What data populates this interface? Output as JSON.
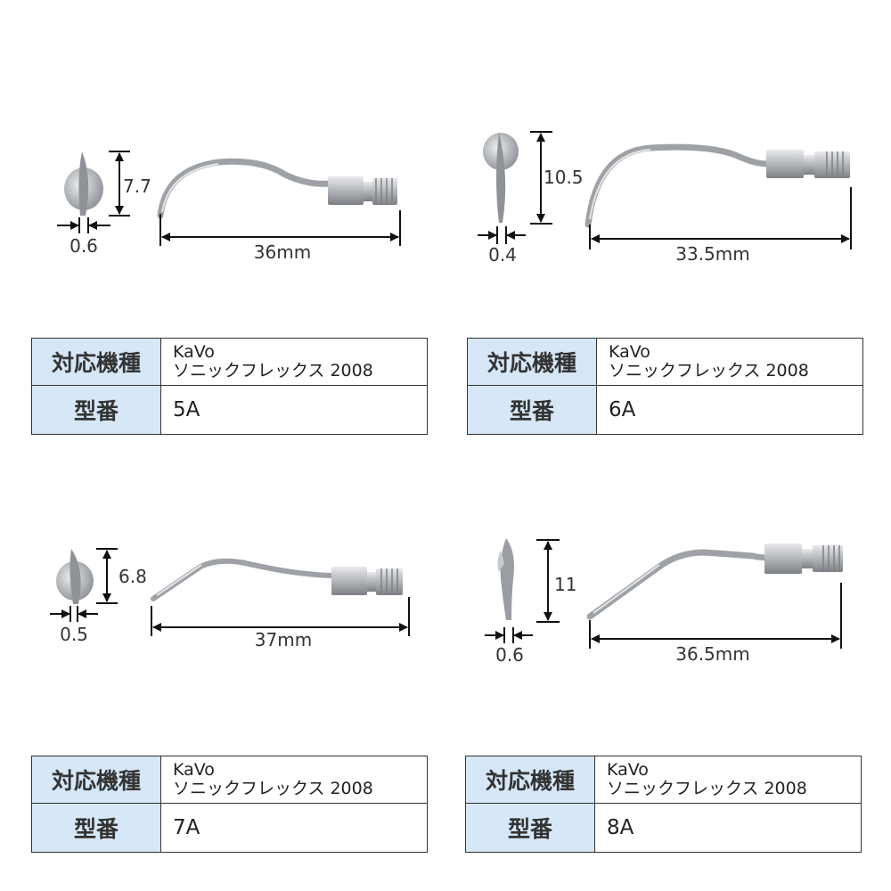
{
  "labels": {
    "compat": "対応機種",
    "model": "型番"
  },
  "items": [
    {
      "maker": "KaVo",
      "series": "ソニックフレックス 2008",
      "model": "5A",
      "height": "7.7",
      "width": "0.6",
      "length": "36mm"
    },
    {
      "maker": "KaVo",
      "series": "ソニックフレックス 2008",
      "model": "6A",
      "height": "10.5",
      "width": "0.4",
      "length": "33.5mm"
    },
    {
      "maker": "KaVo",
      "series": "ソニックフレックス 2008",
      "model": "7A",
      "height": "6.8",
      "width": "0.5",
      "length": "37mm"
    },
    {
      "maker": "KaVo",
      "series": "ソニックフレックス 2008",
      "model": "8A",
      "height": "11",
      "width": "0.6",
      "length": "36.5mm"
    }
  ],
  "colors": {
    "table_header_bg": "#d6e7f7",
    "dimension_line": "#111111",
    "metal": "#b9bcc0"
  }
}
